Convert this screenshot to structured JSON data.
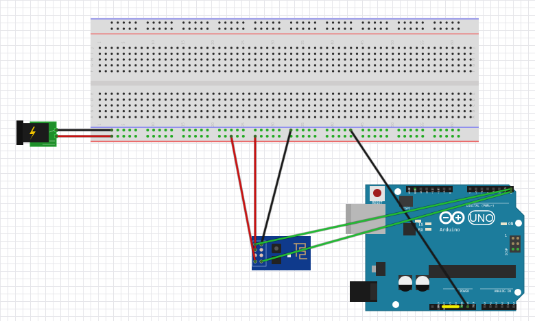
{
  "view": {
    "title": "Breadboard view",
    "background": "#ffffff"
  },
  "breadboard": {
    "name": "full-size breadboard",
    "columns": 63,
    "column_labels": [
      "1",
      "5",
      "10",
      "15",
      "20",
      "25",
      "30",
      "35",
      "40",
      "45",
      "50",
      "55",
      "60"
    ],
    "row_labels_top": [
      "J",
      "I",
      "H",
      "G",
      "F"
    ],
    "row_labels_bottom": [
      "E",
      "D",
      "C",
      "B",
      "A"
    ],
    "rail_colors": {
      "negative": "#8080ff",
      "positive": "#ee5555"
    },
    "connected_hole_color": "#22aa22"
  },
  "power_jack": {
    "name": "DC barrel jack",
    "icon": "lightning-bolt-icon",
    "board_color": "#1f8f2a"
  },
  "esp_module": {
    "name": "ESP8266 ESP-01",
    "board_color": "#0f3a8c"
  },
  "arduino": {
    "name": "Arduino UNO",
    "logo_text": "UNO",
    "brand_text": "Arduino",
    "board_color": "#1c7c9c",
    "labels": {
      "reset": "RESET",
      "icsp2": "ICSP2",
      "icsp": "ICSP",
      "digital": "DIGITAL (PWM=~)",
      "l_led": "L",
      "tx": "TX",
      "rx": "RX",
      "on": "ON",
      "power": "POWER",
      "analog": "ANALOG IN",
      "icsp_pin1": "1"
    },
    "top_header_pins_left": [
      "AREF",
      "GND",
      "13",
      "12",
      "~11",
      "~10",
      "~9",
      "8"
    ],
    "top_header_pins_right": [
      "7",
      "~6",
      "~5",
      "4",
      "~3",
      "2",
      "TX▶1",
      "RX◀0"
    ],
    "power_pins": [
      "",
      "IOREF",
      "RESET",
      "3V3",
      "5V",
      "GND",
      "GND",
      "VIN"
    ],
    "analog_pins": [
      "A0",
      "A1",
      "A2",
      "A3",
      "A4",
      "A5"
    ]
  },
  "wires": [
    {
      "id": "jack-gnd",
      "color": "#1a1a1a",
      "from": "power_jack",
      "to": "breadboard negative rail"
    },
    {
      "id": "jack-vcc",
      "color": "#cc1111",
      "from": "power_jack",
      "to": "breadboard positive rail"
    },
    {
      "id": "esp-vcc-1",
      "color": "#cc1111",
      "from": "breadboard positive rail",
      "to": "ESP-01 VCC"
    },
    {
      "id": "esp-vcc-2",
      "color": "#cc1111",
      "from": "breadboard positive rail",
      "to": "ESP-01 CH_PD"
    },
    {
      "id": "esp-gnd",
      "color": "#1a1a1a",
      "from": "breadboard negative rail",
      "to": "ESP-01 GND"
    },
    {
      "id": "arduino-gnd",
      "color": "#1a1a1a",
      "from": "breadboard negative rail",
      "to": "Arduino GND"
    },
    {
      "id": "esp-tx",
      "color": "#22bb33",
      "from": "ESP-01 TX",
      "to": "Arduino RX 0"
    },
    {
      "id": "esp-rx",
      "color": "#22bb33",
      "from": "ESP-01 RX",
      "to": "Arduino TX 1"
    }
  ]
}
